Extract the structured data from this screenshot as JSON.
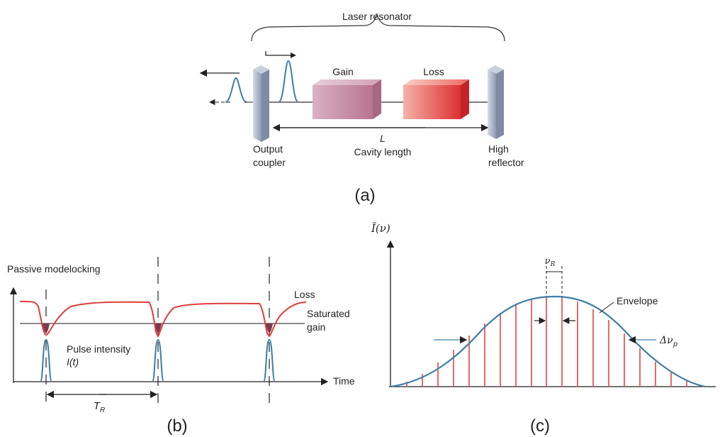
{
  "panel_a": {
    "caption": "(a)",
    "resonator_label": "Laser resonator",
    "gain_label": "Gain",
    "loss_label": "Loss",
    "length_symbol": "L",
    "length_label": "Cavity length",
    "output_coupler_line1": "Output",
    "output_coupler_line2": "coupler",
    "high_reflector_line1": "High",
    "high_reflector_line2": "reflector"
  },
  "panel_b": {
    "caption": "(b)",
    "title": "Passive modelocking",
    "loss_label": "Loss",
    "gain_line1": "Saturated",
    "gain_line2": "gain",
    "pulse_line1": "Pulse intensity",
    "pulse_line2": "I(t)",
    "time_label": "Time",
    "period_label": "T",
    "period_sub": "R"
  },
  "panel_c": {
    "caption": "(c)",
    "y_axis_label": "Ĩ(ν)",
    "spacing_label": "ν",
    "spacing_sub": "R",
    "envelope_label": "Envelope",
    "bandwidth_label": "Δν",
    "bandwidth_sub": "p"
  },
  "colors": {
    "pulse": "#3b7fa6",
    "loss_curve": "#e03c3c",
    "mode_line": "#e45a5a",
    "envelope": "#3b7fa6",
    "gain_block": "#c98aa2",
    "loss_block": "#e9544c",
    "mirror": "#a9b5c8"
  }
}
